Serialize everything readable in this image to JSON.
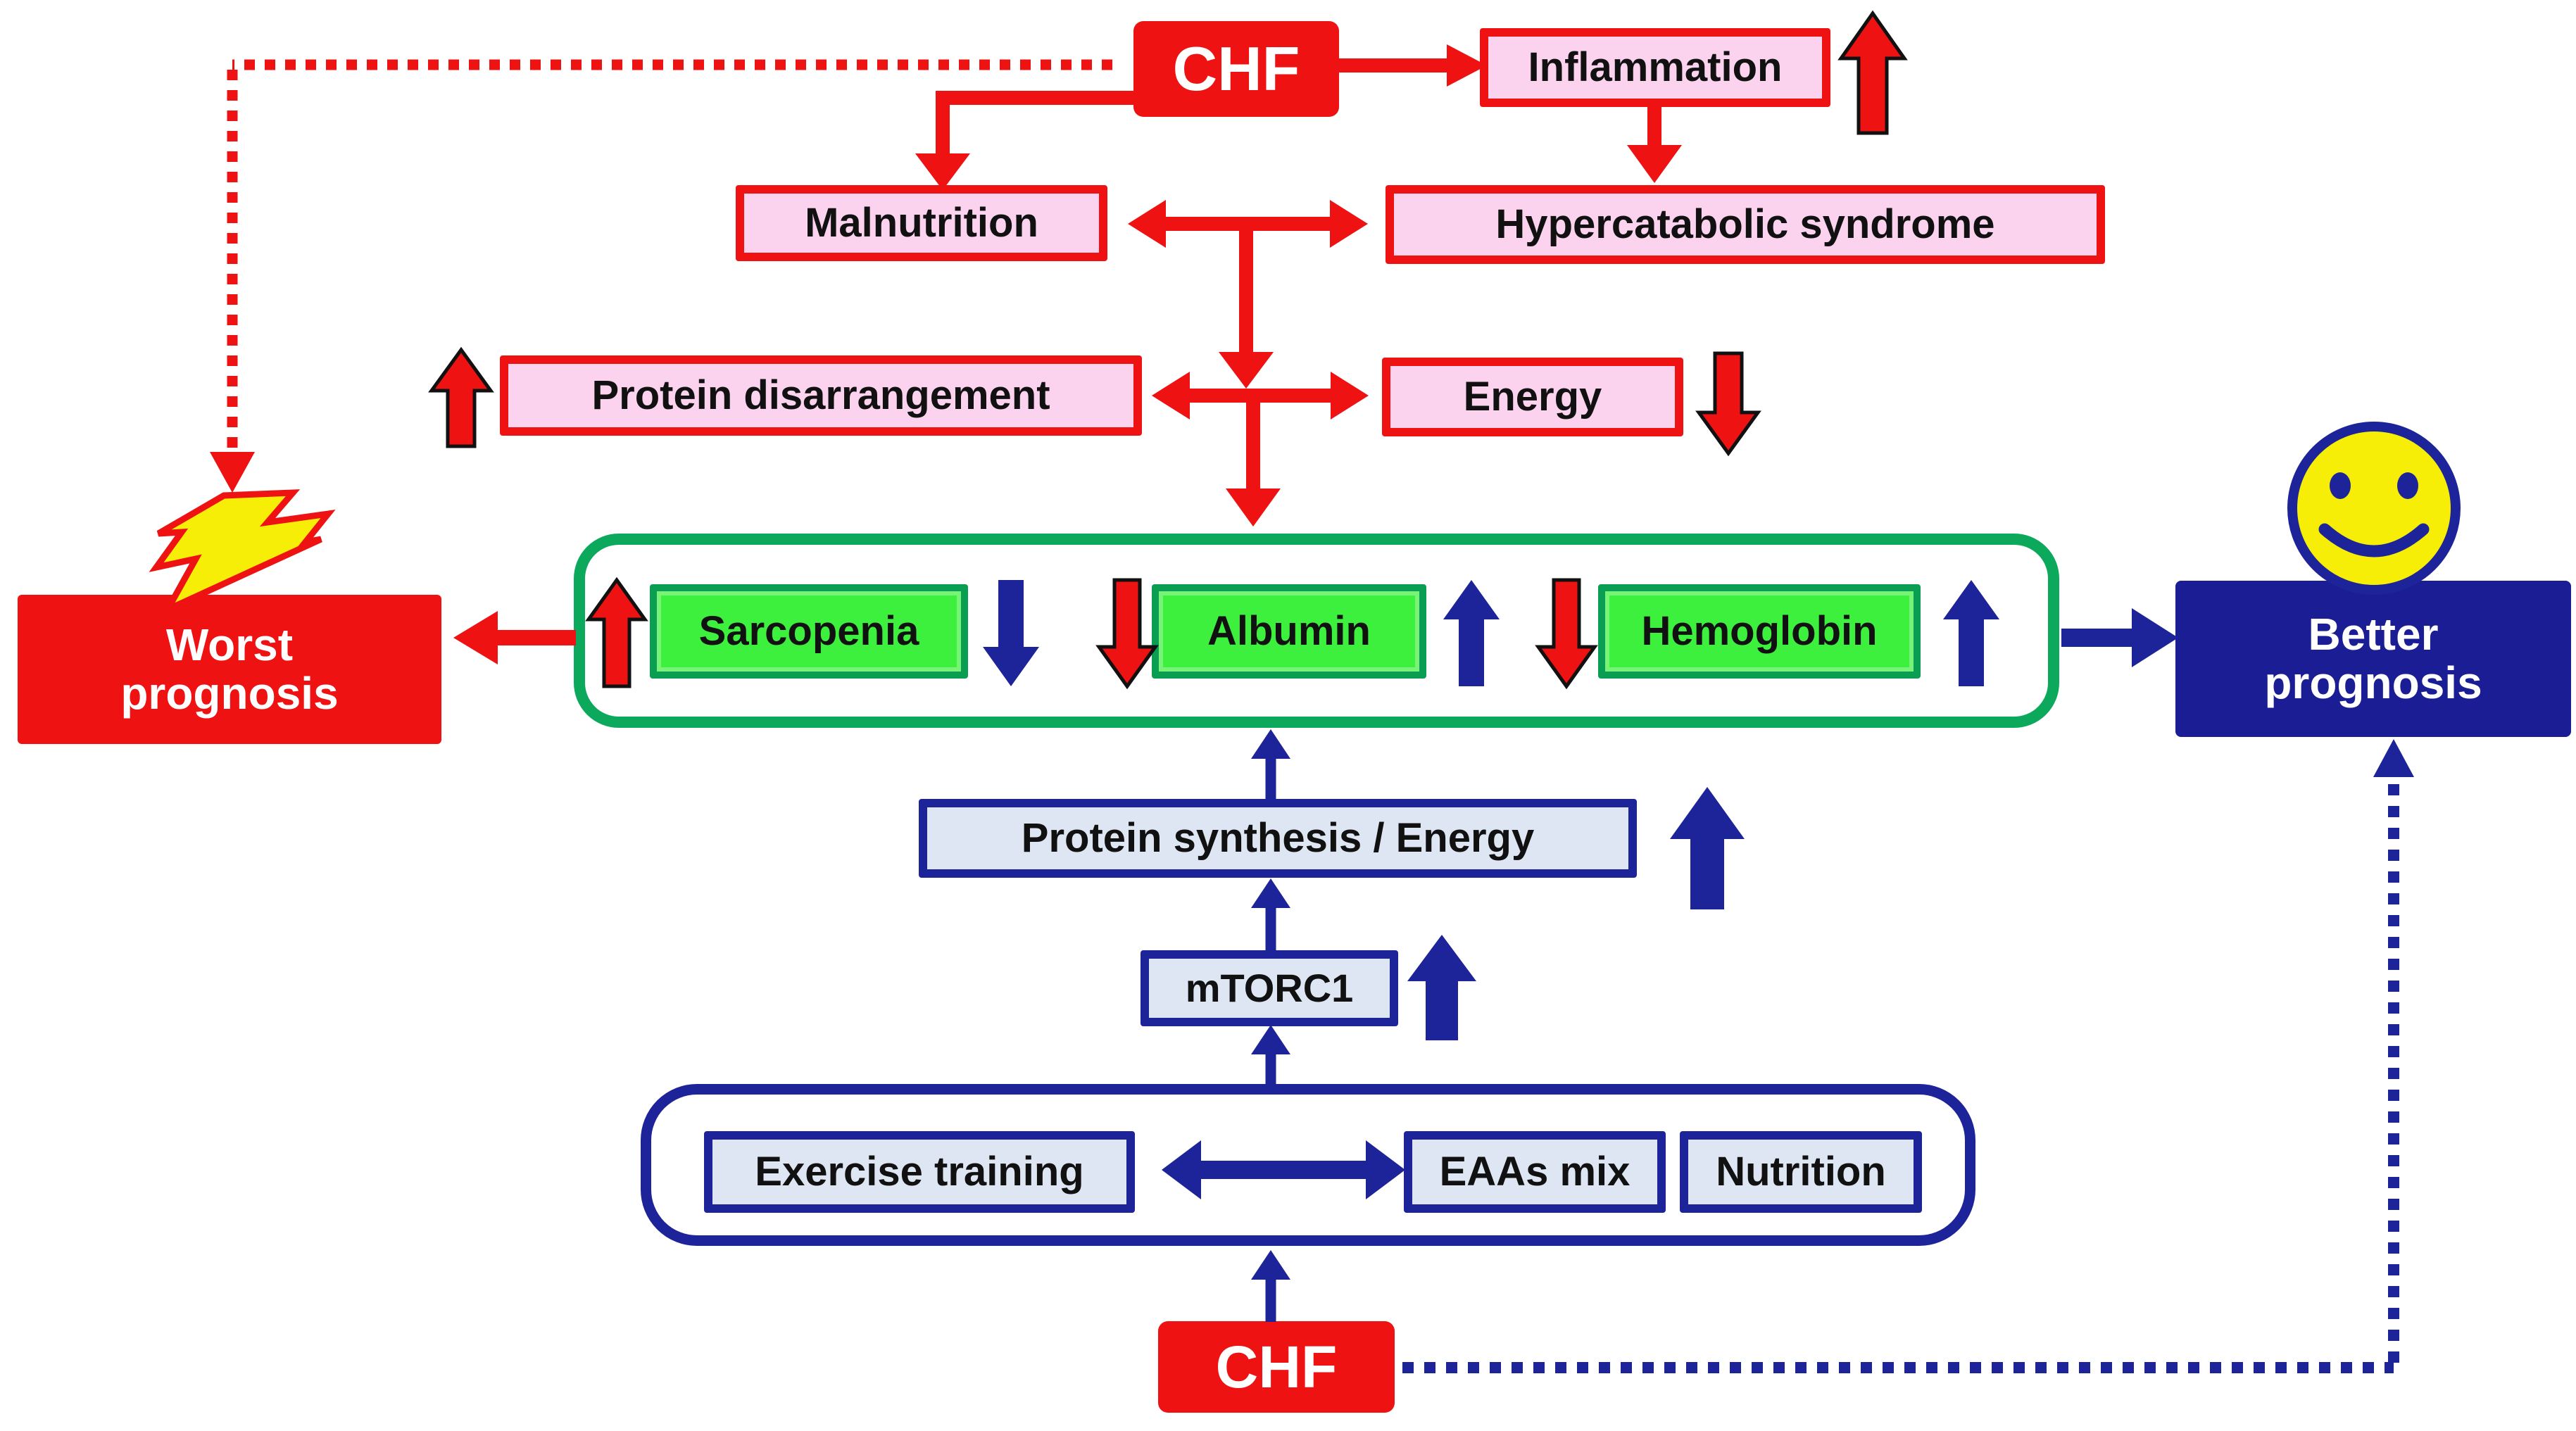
{
  "palette": {
    "red": "#ee1212",
    "pink": "#fbd3ee",
    "green": "#0ca95c",
    "chip": "#3df03d",
    "chip_border": "#0a9e52",
    "navy": "#1d2398",
    "navy_fill": "#1b1d94",
    "light_blue": "#dde6f2",
    "yellow": "#f6ee06"
  },
  "nodes": {
    "chf_top": "CHF",
    "inflammation": "Inflammation",
    "malnutrition": "Malnutrition",
    "hypercatabolic": "Hypercatabolic syndrome",
    "protein_disarrangement": "Protein disarrangement",
    "energy": "Energy",
    "sarcopenia": "Sarcopenia",
    "albumin": "Albumin",
    "hemoglobin": "Hemoglobin",
    "worst_line1": "Worst",
    "worst_line2": "prognosis",
    "better_line1": "Better",
    "better_line2": "prognosis",
    "protein_synthesis": "Protein synthesis / Energy",
    "mtorc1": "mTORC1",
    "exercise": "Exercise training",
    "eaas": "EAAs mix",
    "nutrition": "Nutrition",
    "chf_bottom": "CHF"
  },
  "indicators": {
    "inflammation": "up",
    "protein_disarrangement": "up",
    "energy": "down",
    "sarcopenia_disease": "up",
    "sarcopenia_treatment": "down",
    "albumin_disease": "down",
    "albumin_treatment": "up",
    "hemoglobin_disease": "down",
    "hemoglobin_treatment": "up",
    "protein_synthesis": "up",
    "mtorc1": "up"
  },
  "icons": [
    "lightning-bolt-icon",
    "smiley-face-icon"
  ]
}
